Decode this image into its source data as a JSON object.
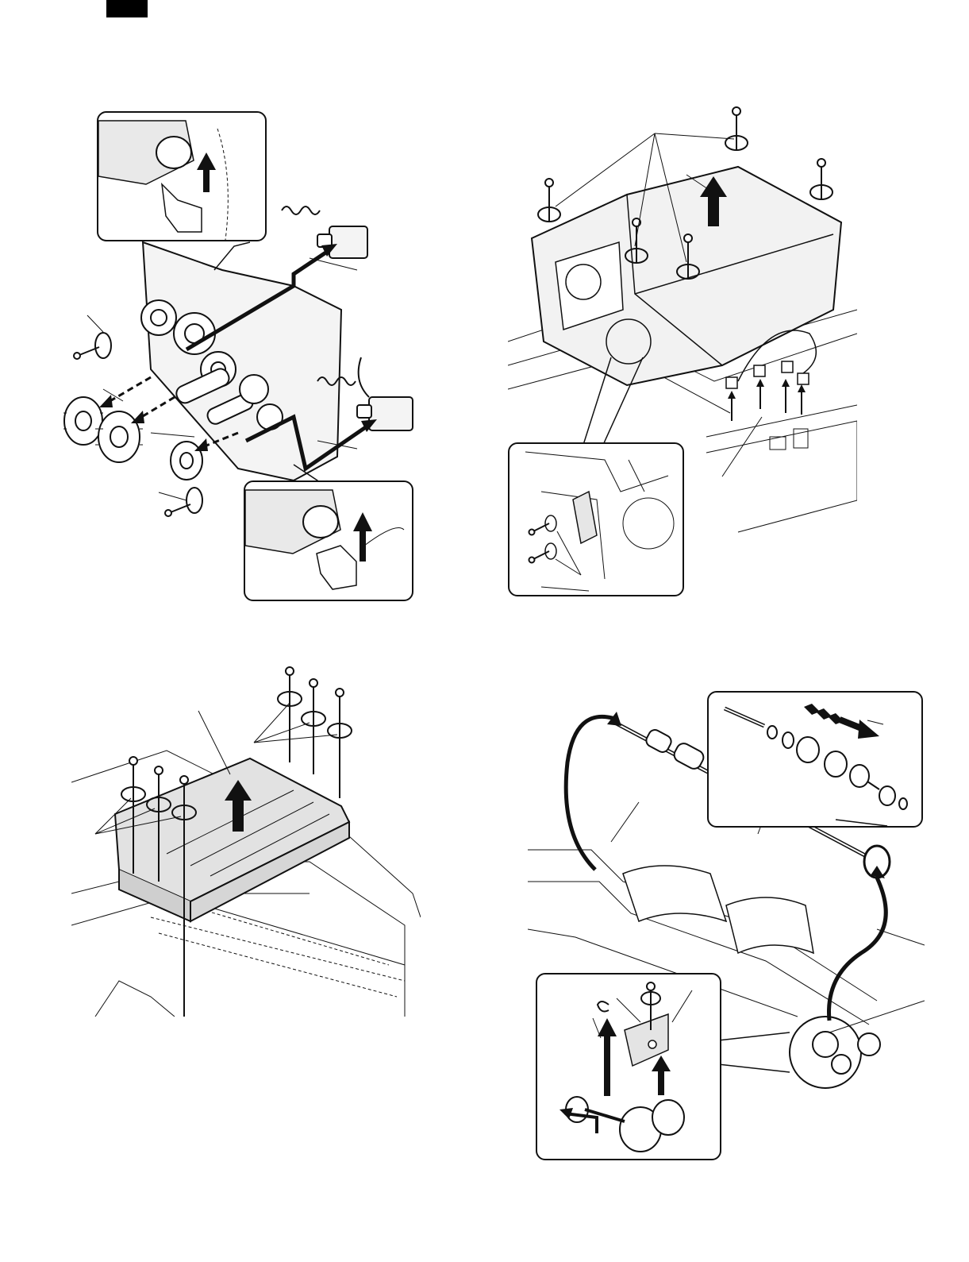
{
  "page": {
    "tab_block_color": "#000000"
  },
  "figures": [
    {
      "id": "solenoid-gear-assembly",
      "icon": "gear-and-solenoid-exploded-view"
    },
    {
      "id": "upper-unit-removal",
      "icon": "unit-lift-with-screws"
    },
    {
      "id": "cover-removal",
      "icon": "cover-lift-with-screws"
    },
    {
      "id": "roller-removal",
      "icon": "roller-shaft-exploded-view"
    }
  ]
}
